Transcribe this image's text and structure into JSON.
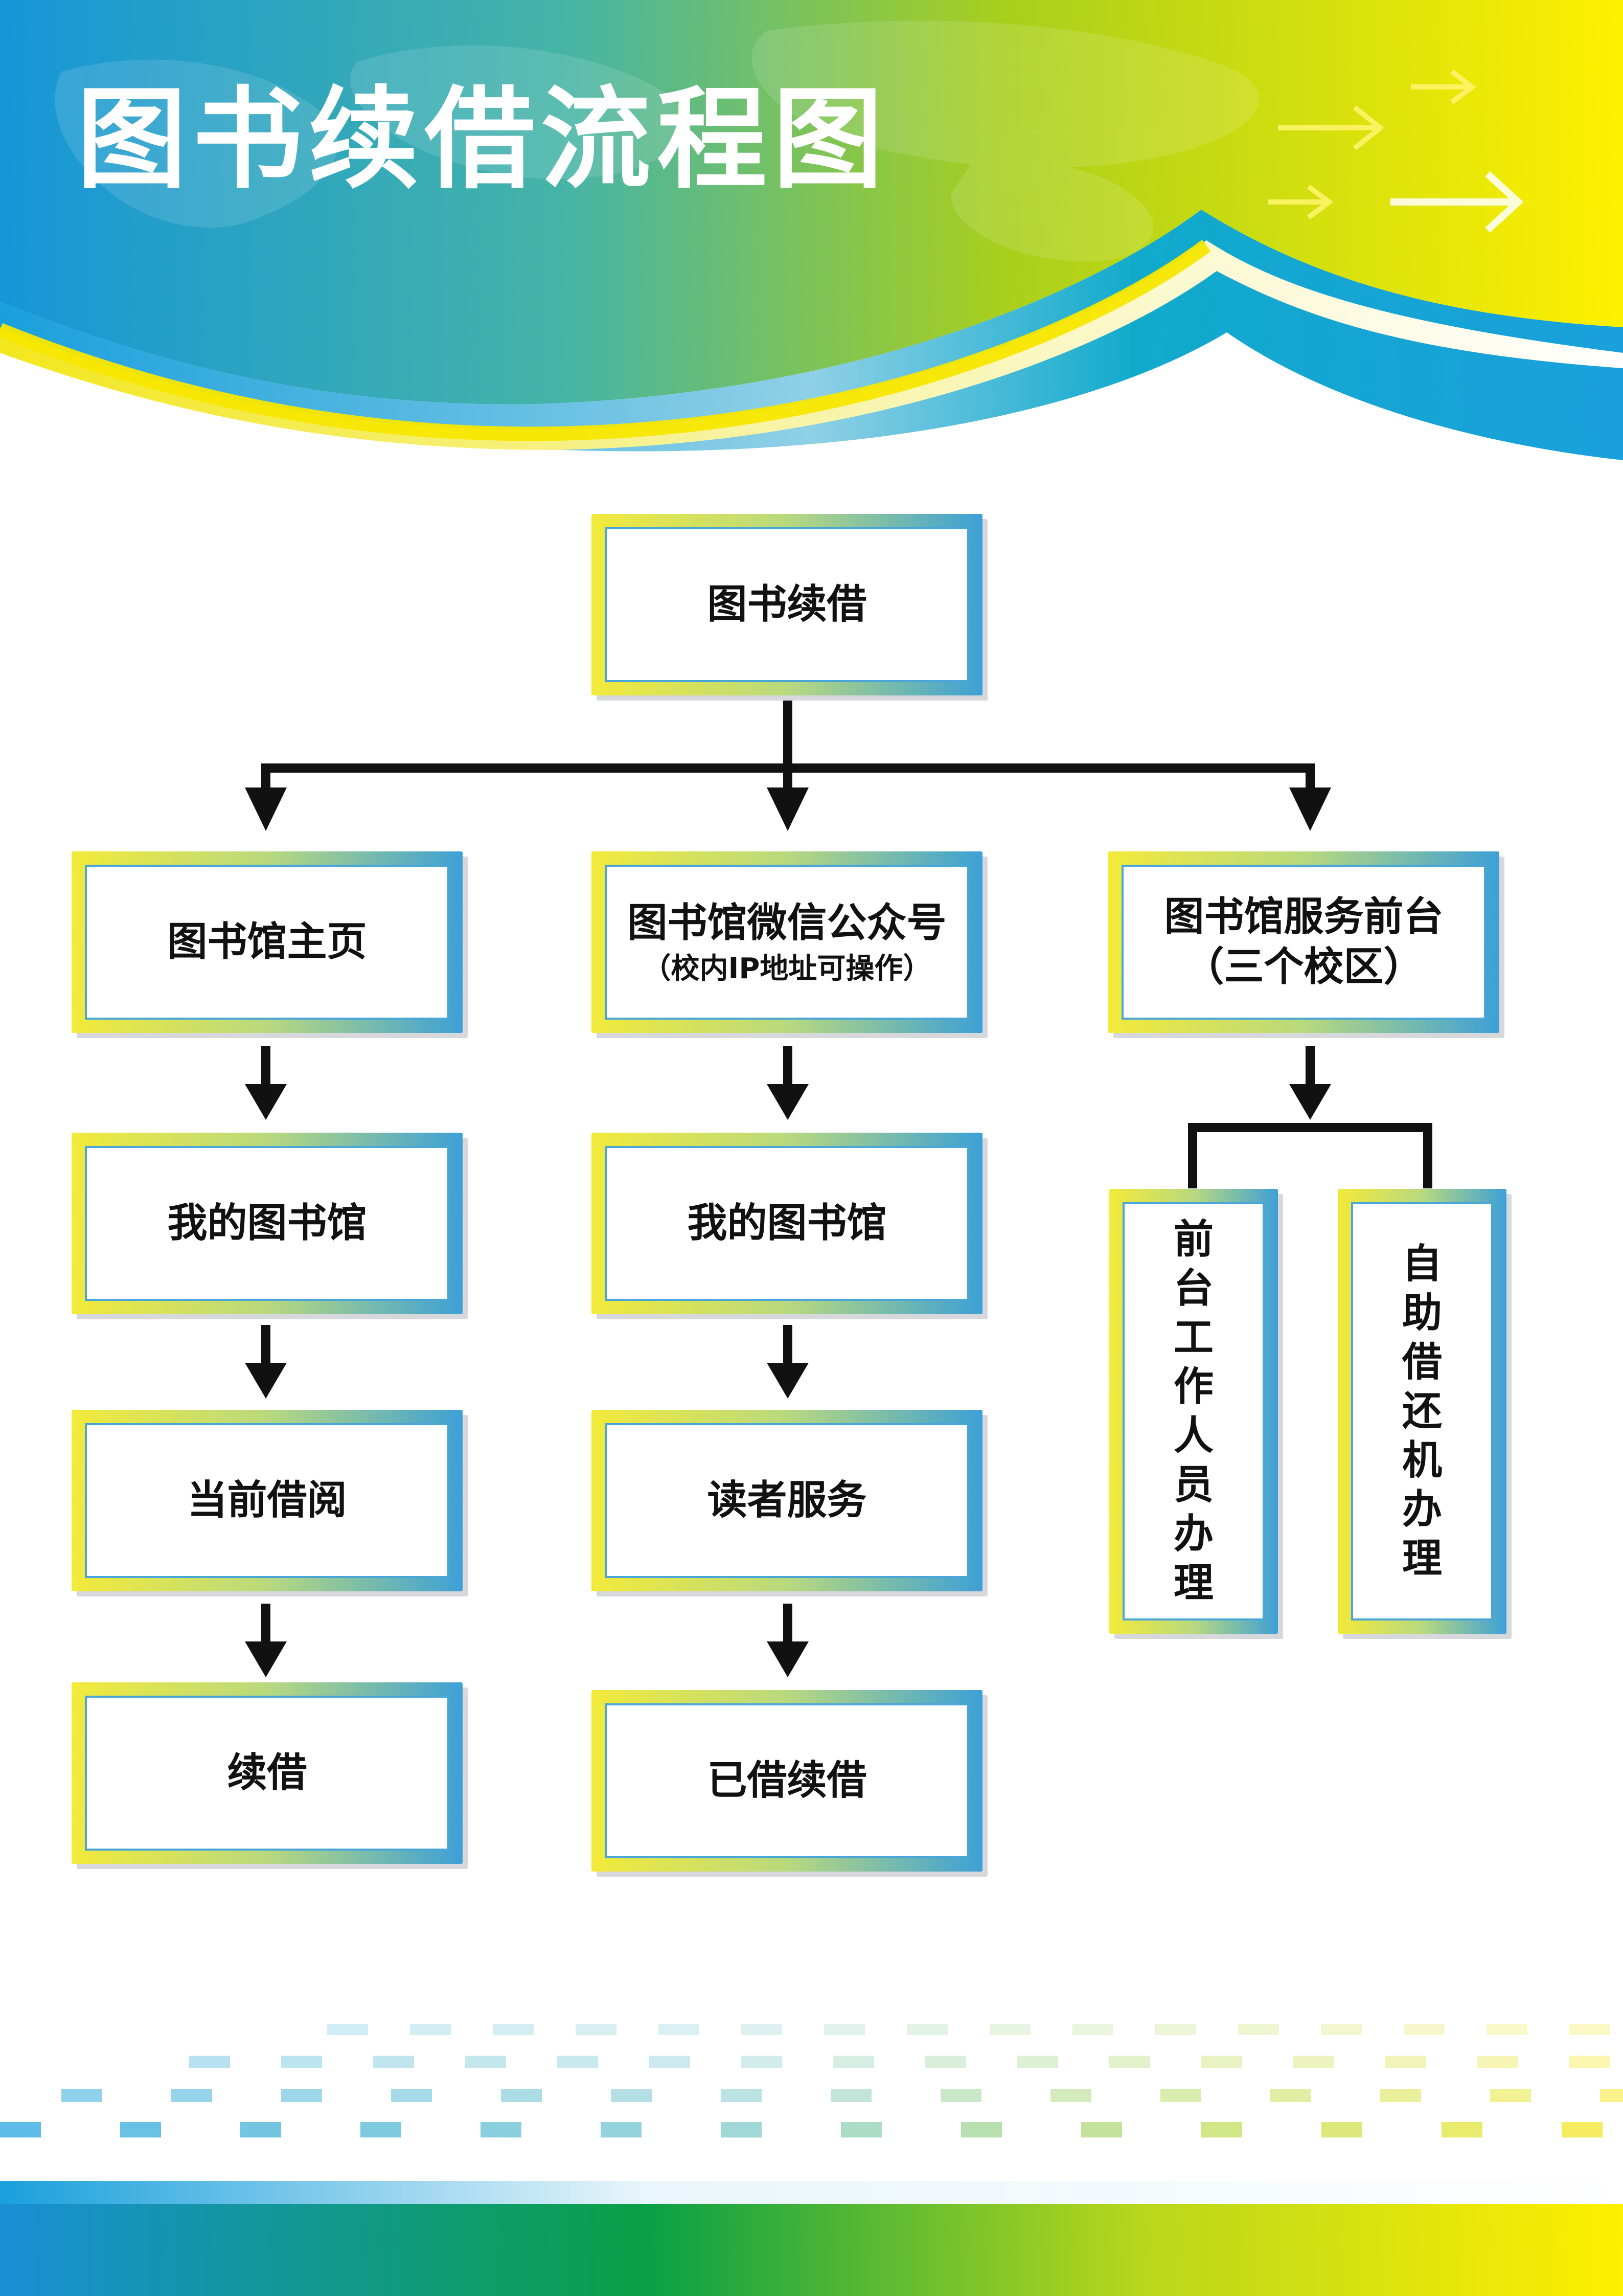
{
  "page": {
    "title": "图书续借流程图"
  },
  "colors": {
    "blue": "#1aa0dc",
    "green": "#a5cc17",
    "yellow": "#fbe711",
    "line": "#111111"
  },
  "flow": {
    "root": "图书续借",
    "col1": [
      "图书馆主页",
      "我的图书馆",
      "当前借阅",
      "续借"
    ],
    "col2": {
      "head_title": "图书馆微信公众号",
      "head_note": "（校内IP地址可操作）",
      "steps": [
        "我的图书馆",
        "读者服务",
        "已借续借"
      ]
    },
    "col3": {
      "head_title": "图书馆服务前台",
      "head_note": "（三个校区）",
      "branch_left": "前台工作人员办理",
      "branch_right": "自助借还机办理"
    }
  }
}
